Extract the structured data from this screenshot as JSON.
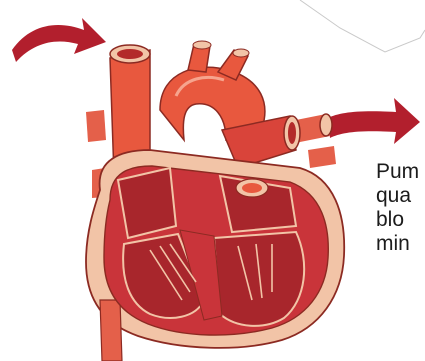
{
  "colors": {
    "arrow": "#b21f2d",
    "heart_outer": "#e8583e",
    "heart_muscle": "#c9343a",
    "heart_wall": "#f2c4a7",
    "vessel": "#e4604a",
    "text": "#1c1c1c"
  },
  "icons": {
    "inflow_arrow": "curved-arrow-right-icon",
    "outflow_arrow": "straight-arrow-right-icon",
    "heart": "heart-cross-section-illustration"
  },
  "caption": {
    "lines": [
      "Pum",
      "qua",
      "blo",
      "min"
    ]
  }
}
